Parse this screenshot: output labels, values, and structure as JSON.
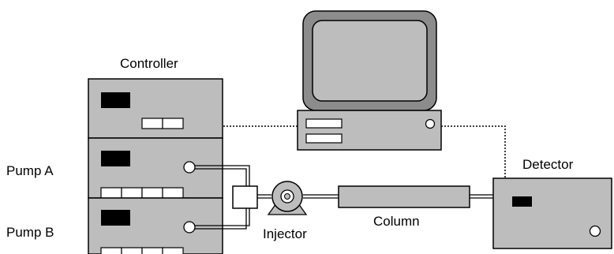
{
  "labels": {
    "controller": "Controller",
    "pump_a": "Pump A",
    "pump_b": "Pump B",
    "injector": "Injector",
    "column": "Column",
    "detector": "Detector"
  },
  "colors": {
    "unit_fill": "#bdbdbd",
    "panel_dark": "#000000",
    "line": "#000000",
    "background": "#ffffff",
    "monitor_bezel": "#8c8c8c"
  }
}
